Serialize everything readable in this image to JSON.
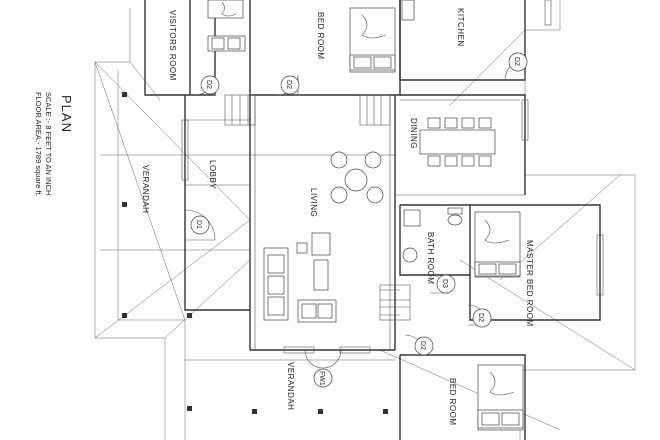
{
  "plan": {
    "title": "PLAN",
    "scale": "SCALE :- 8 FEET TO AN INCH",
    "floor_area": "FLOOR AREA:- 1789 square ft."
  },
  "rooms": {
    "visitors": "VISITORS ROOM",
    "bed_top": "BED ROOM",
    "kitchen": "KITCHEN",
    "dining": "DINING",
    "lobby": "LOBBY",
    "living": "LIVING",
    "verandah_left": "VERANDAH",
    "bath": "BATH ROOM",
    "master": "MASTER BED ROOM",
    "verandah_bottom": "VERANDAH",
    "bed_bottom": "BED ROOM"
  },
  "doors": {
    "d2_visitors": "D2",
    "d2_bed": "D2",
    "d2_kitchen": "D2",
    "d1": "D1",
    "d3": "D3",
    "d2_master": "D2",
    "d2_bottom": "D2",
    "fw1": "FW1"
  }
}
